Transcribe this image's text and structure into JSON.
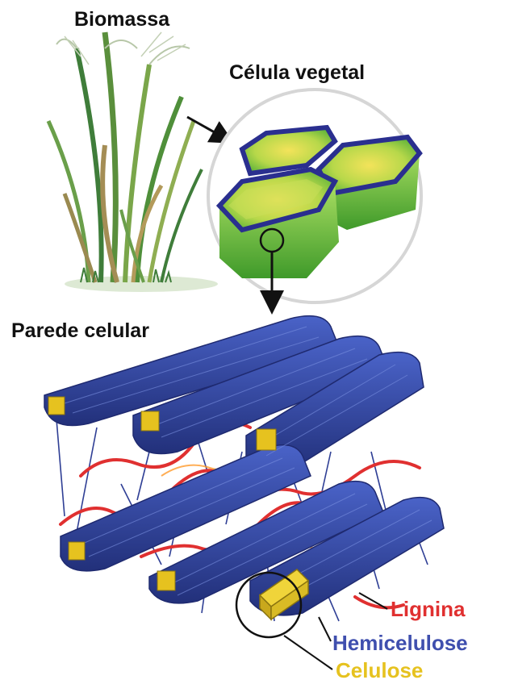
{
  "labels": {
    "biomassa": "Biomassa",
    "celula_vegetal": "Célula vegetal",
    "parede_celular": "Parede celular",
    "lignina": "Lignina",
    "hemicelulose": "Hemicelulose",
    "celulose": "Celulose"
  },
  "colors": {
    "lignina": "#e03030",
    "hemicelulose": "#3f4fae",
    "celulose": "#e6c21f",
    "cell_green": "#7ec63a",
    "cell_outline": "#2a2f8f",
    "grass": "#4f8f3a"
  }
}
